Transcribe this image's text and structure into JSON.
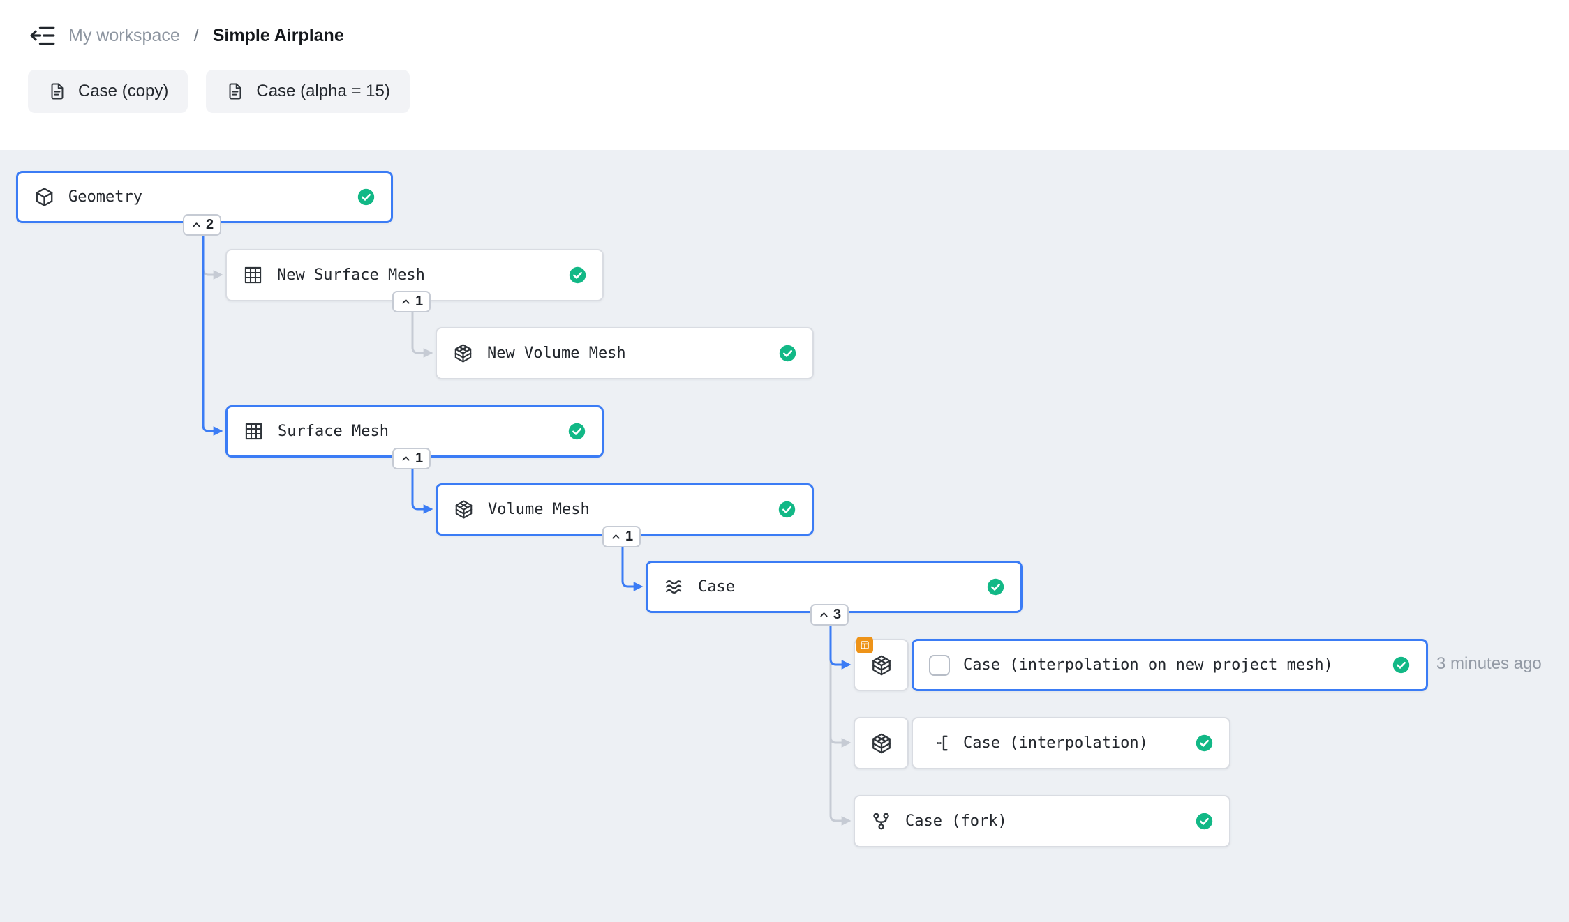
{
  "header": {
    "breadcrumb": {
      "workspace": "My workspace",
      "separator": "/",
      "project": "Simple Airplane"
    },
    "tabs": [
      {
        "label": "Case (copy)"
      },
      {
        "label": "Case (alpha = 15)"
      }
    ]
  },
  "graph": {
    "nodes": [
      {
        "id": "geometry",
        "label": "Geometry",
        "status": "completed",
        "highlighted": true
      },
      {
        "id": "new-surface-mesh",
        "label": "New Surface Mesh",
        "status": "completed",
        "highlighted": false
      },
      {
        "id": "new-volume-mesh",
        "label": "New Volume Mesh",
        "status": "completed",
        "highlighted": false
      },
      {
        "id": "surface-mesh",
        "label": "Surface Mesh",
        "status": "completed",
        "highlighted": true
      },
      {
        "id": "volume-mesh",
        "label": "Volume Mesh",
        "status": "completed",
        "highlighted": true
      },
      {
        "id": "case",
        "label": "Case",
        "status": "completed",
        "highlighted": true
      },
      {
        "id": "case-interpolation-on-new-project-mesh",
        "label": "Case (interpolation on new project mesh)",
        "status": "completed",
        "highlighted": true,
        "selected": true
      },
      {
        "id": "case-interpolation",
        "label": "Case (interpolation)",
        "status": "completed",
        "highlighted": false
      },
      {
        "id": "case-fork",
        "label": "Case (fork)",
        "status": "completed",
        "highlighted": false
      }
    ],
    "collapse_badges": [
      {
        "count": "2"
      },
      {
        "count": "1"
      },
      {
        "count": "1"
      },
      {
        "count": "1"
      },
      {
        "count": "3"
      }
    ],
    "selected_timestamp": "3 minutes ago"
  },
  "colors": {
    "accent_blue": "#3b7cf5",
    "success_green": "#12b886",
    "connector_gray": "#c6cbd4",
    "canvas_background": "#edf0f4",
    "warning_orange": "#ee9318"
  }
}
